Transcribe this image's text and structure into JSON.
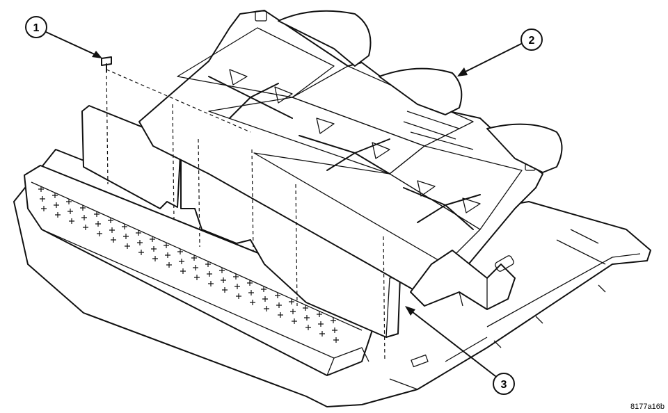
{
  "callouts": [
    {
      "label": "1"
    },
    {
      "label": "2"
    },
    {
      "label": "3"
    }
  ],
  "reference_code": "8177a16b"
}
